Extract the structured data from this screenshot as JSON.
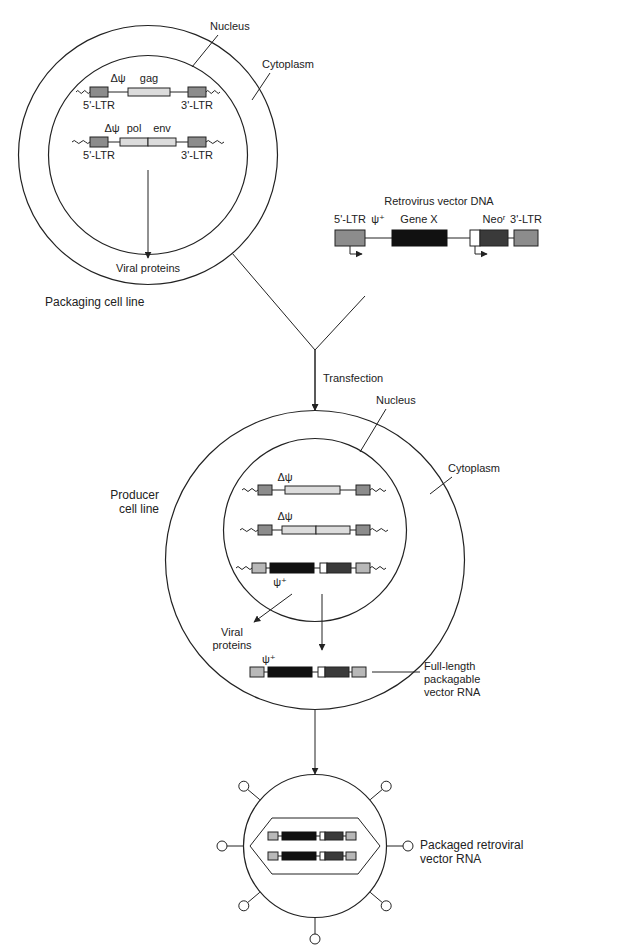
{
  "diagram": {
    "nodes": [
      {
        "text": [
          "Packaging cell line"
        ]
      },
      {
        "text": [
          "Nucleus"
        ],
        "in": 0
      },
      {
        "text": [
          "Retrovirus vector DNA"
        ]
      },
      {
        "text": [
          "Producer cell line"
        ]
      },
      {
        "text": [
          "Nucleus"
        ],
        "in": 3
      },
      {
        "text": [
          "Packaged retroviral vector RNA"
        ]
      }
    ],
    "edges": [
      {
        "from": 0,
        "to": 3,
        "arrow": "to"
      },
      {
        "from": 2,
        "to": 3,
        "arrow": "to"
      },
      {
        "from": 3,
        "to": 5,
        "arrow": "to"
      }
    ],
    "labels": [
      "Cytoplasm",
      "Δψ",
      "gag",
      "5'-LTR",
      "3'-LTR",
      "Δψ",
      "pol",
      "env",
      "5'-LTR",
      "3'-LTR",
      "Viral proteins",
      "5'-LTR",
      "ψ⁺",
      "Gene X",
      "Neoʳ",
      "3'-LTR",
      "Transfection",
      "Cytoplasm",
      "Δψ",
      "Δψ",
      "ψ⁺",
      "Viral proteins",
      "ψ⁺",
      "Full-length packagable vector RNA"
    ]
  }
}
